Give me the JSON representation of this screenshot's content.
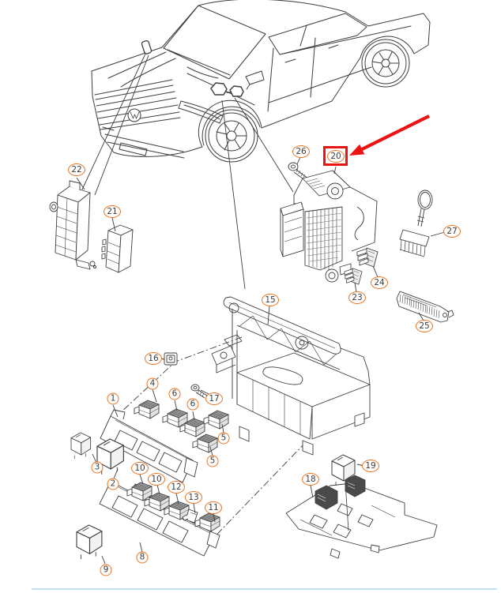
{
  "diagram": {
    "type": "exploded-parts-diagram",
    "illustration": "sedan-front-three-quarter-line-art",
    "highlighted_callout": "20",
    "annotations": {
      "arrow_icon": "red-pointer-arrow",
      "highlight_shape": "red-rectangle"
    },
    "colors": {
      "line": "#3d3d3d",
      "callout_border": "#e8731d",
      "callout_text": "#3a3a3a",
      "highlight": "#ec1313",
      "divider": "#bfe3f1"
    },
    "callouts": [
      {
        "label": "22",
        "highlighted": false
      },
      {
        "label": "21",
        "highlighted": false
      },
      {
        "label": "26",
        "highlighted": false
      },
      {
        "label": "20",
        "highlighted": true
      },
      {
        "label": "27",
        "highlighted": false
      },
      {
        "label": "24",
        "highlighted": false
      },
      {
        "label": "23",
        "highlighted": false
      },
      {
        "label": "25",
        "highlighted": false
      },
      {
        "label": "15",
        "highlighted": false
      },
      {
        "label": "16",
        "highlighted": false
      },
      {
        "label": "4",
        "highlighted": false
      },
      {
        "label": "1",
        "highlighted": false
      },
      {
        "label": "6",
        "highlighted": false
      },
      {
        "label": "6",
        "highlighted": false
      },
      {
        "label": "17",
        "highlighted": false
      },
      {
        "label": "5",
        "highlighted": false
      },
      {
        "label": "5",
        "highlighted": false
      },
      {
        "label": "3",
        "highlighted": false
      },
      {
        "label": "10",
        "highlighted": false
      },
      {
        "label": "2",
        "highlighted": false
      },
      {
        "label": "10",
        "highlighted": false
      },
      {
        "label": "12",
        "highlighted": false
      },
      {
        "label": "13",
        "highlighted": false
      },
      {
        "label": "11",
        "highlighted": false
      },
      {
        "label": "19",
        "highlighted": false
      },
      {
        "label": "18",
        "highlighted": false
      },
      {
        "label": "8",
        "highlighted": false
      },
      {
        "label": "9",
        "highlighted": false
      }
    ]
  }
}
